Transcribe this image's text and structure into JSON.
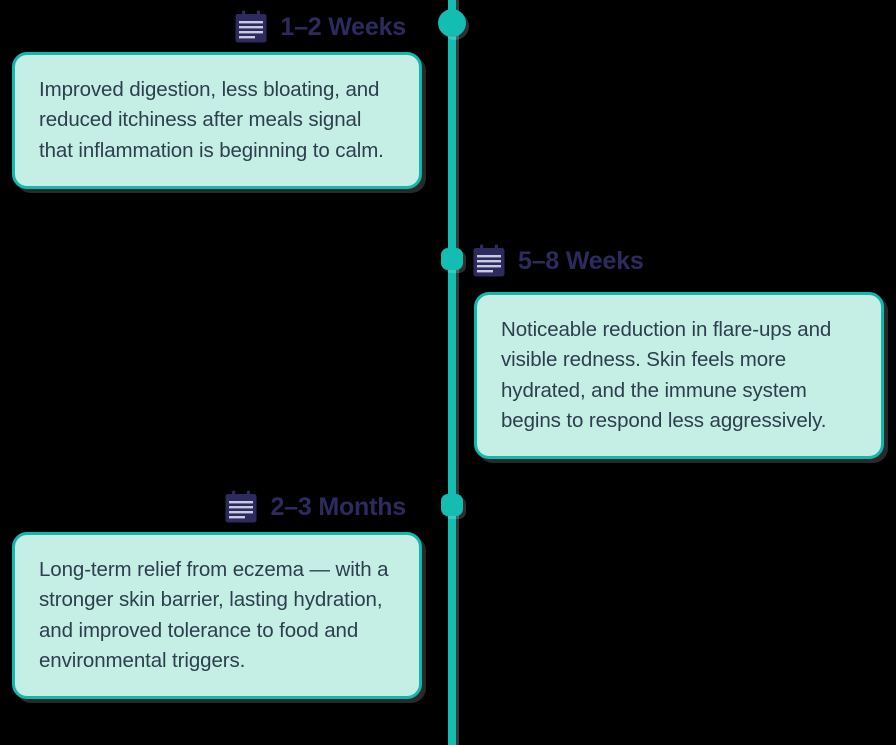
{
  "theme": {
    "background": "#000000",
    "spine_color": "#13bdb2",
    "marker_color": "#13bdb2",
    "card_fill": "#c5eee5",
    "card_border": "#12b8ae",
    "card_text": "#2d3e4e",
    "heading_text": "#2d2a5e"
  },
  "timeline": {
    "items": [
      {
        "heading": "1–2 Weeks",
        "icon": "calendar-icon",
        "side": "left",
        "body": "Improved digestion, less bloating, and reduced itchiness after meals signal that inflammation is beginning to calm."
      },
      {
        "heading": "5–8 Weeks",
        "icon": "calendar-icon",
        "side": "right",
        "body": "Noticeable reduction in flare-ups and visible redness. Skin feels more hydrated, and the immune system begins to respond less aggressively."
      },
      {
        "heading": "2–3 Months",
        "icon": "calendar-icon",
        "side": "left",
        "body": "Long-term relief from eczema — with a stronger skin barrier, lasting hydration, and improved tolerance to food and environmental triggers."
      }
    ]
  }
}
